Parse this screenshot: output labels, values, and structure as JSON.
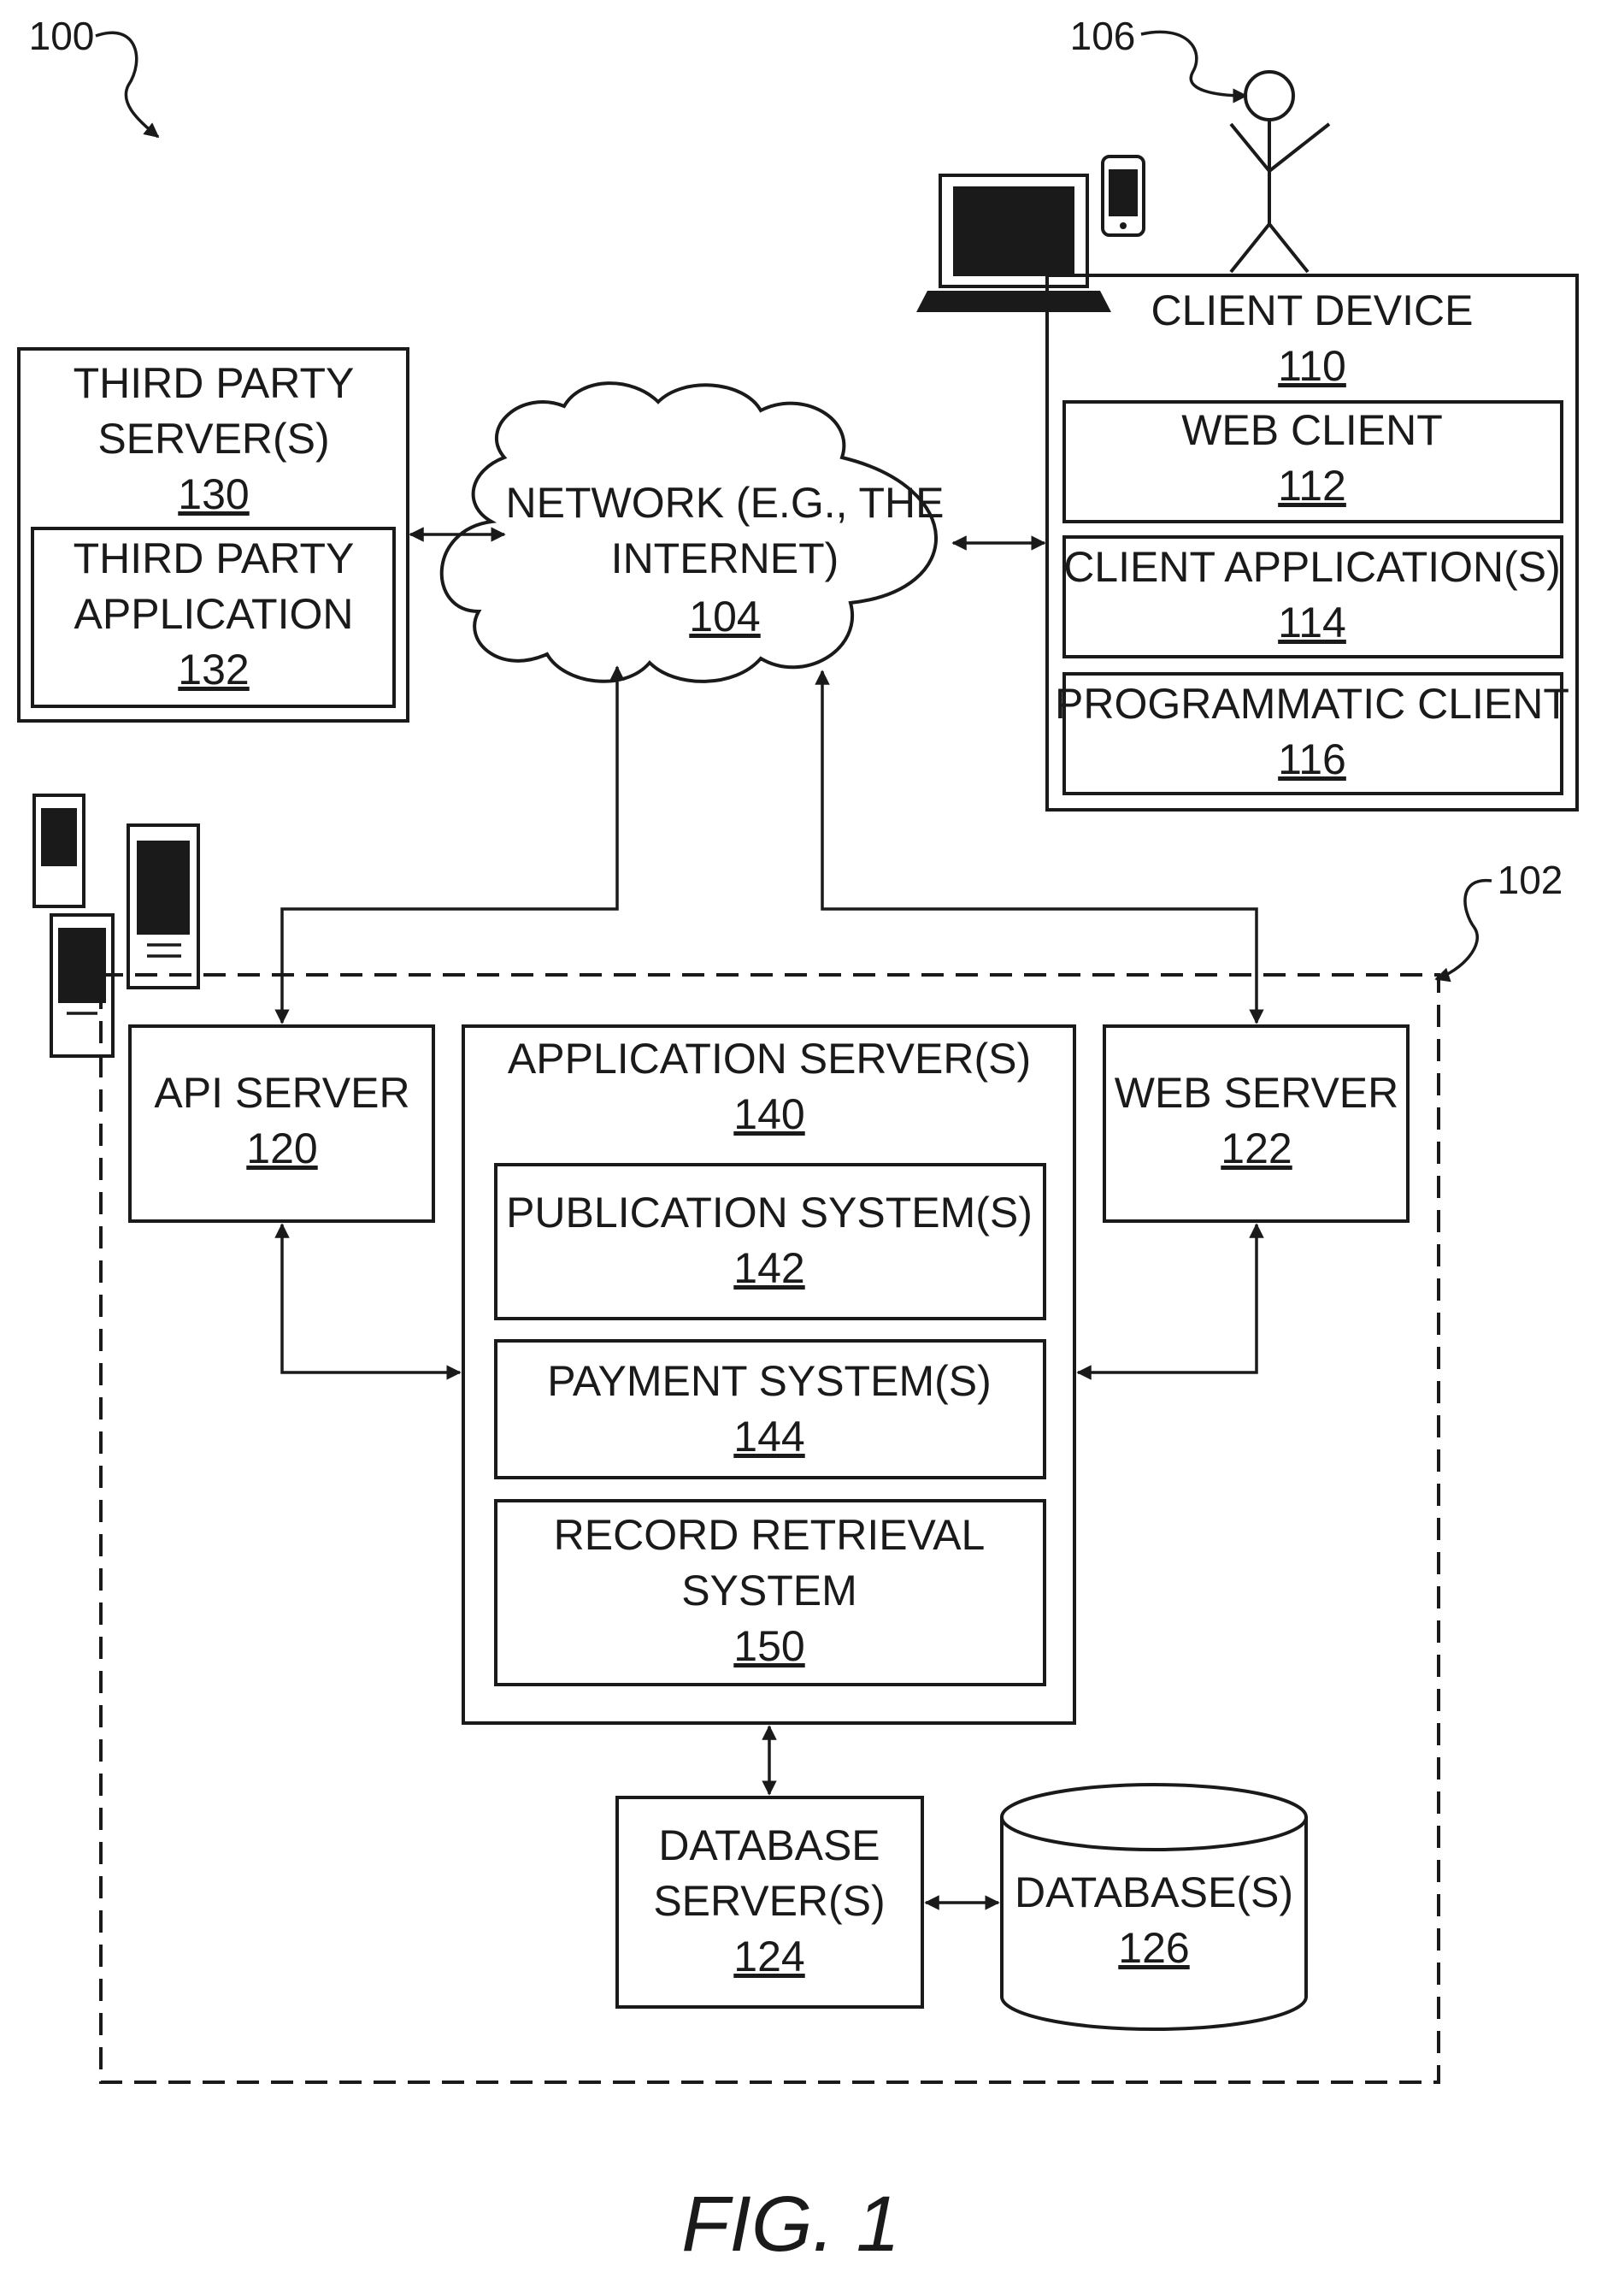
{
  "refs": {
    "system": "100",
    "user": "106",
    "network_platform": "102"
  },
  "network": {
    "line1": "NETWORK (E.G., THE",
    "line2": "INTERNET)",
    "num": "104"
  },
  "third_party_server": {
    "line1": "THIRD PARTY",
    "line2": "SERVER(S)",
    "num": "130"
  },
  "third_party_app": {
    "line1": "THIRD PARTY",
    "line2": "APPLICATION",
    "num": "132"
  },
  "client_device": {
    "label": "CLIENT DEVICE",
    "num": "110"
  },
  "web_client": {
    "label": "WEB CLIENT",
    "num": "112"
  },
  "client_app": {
    "label": "CLIENT APPLICATION(S)",
    "num": "114"
  },
  "programmatic_client": {
    "label": "PROGRAMMATIC CLIENT",
    "num": "116"
  },
  "api_server": {
    "label": "API SERVER",
    "num": "120"
  },
  "app_server": {
    "label": "APPLICATION SERVER(S)",
    "num": "140"
  },
  "web_server": {
    "label": "WEB SERVER",
    "num": "122"
  },
  "publication": {
    "label": "PUBLICATION SYSTEM(S)",
    "num": "142"
  },
  "payment": {
    "label": "PAYMENT SYSTEM(S)",
    "num": "144"
  },
  "record": {
    "line1": "RECORD RETRIEVAL",
    "line2": "SYSTEM",
    "num": "150"
  },
  "db_server": {
    "line1": "DATABASE",
    "line2": "SERVER(S)",
    "num": "124"
  },
  "databases": {
    "label": "DATABASE(S)",
    "num": "126"
  },
  "figure_label": "FIG. 1"
}
